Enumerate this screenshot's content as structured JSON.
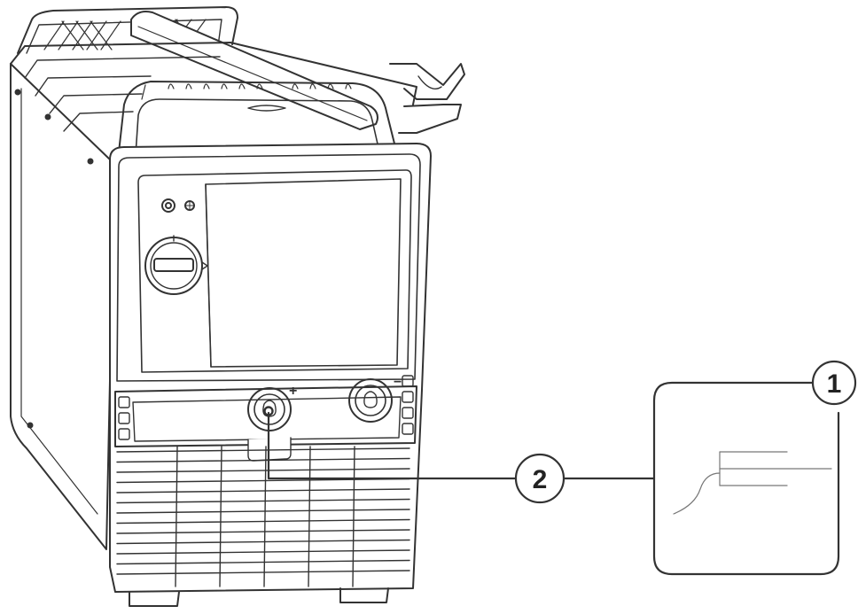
{
  "diagram": {
    "callouts": [
      {
        "id": "callout-1",
        "label": "1"
      },
      {
        "id": "callout-2",
        "label": "2"
      }
    ],
    "polarity": {
      "plus": "+",
      "minus": "−"
    },
    "colors": {
      "stroke": "#333333",
      "light_stroke": "#777777",
      "fill": "#ffffff"
    }
  }
}
